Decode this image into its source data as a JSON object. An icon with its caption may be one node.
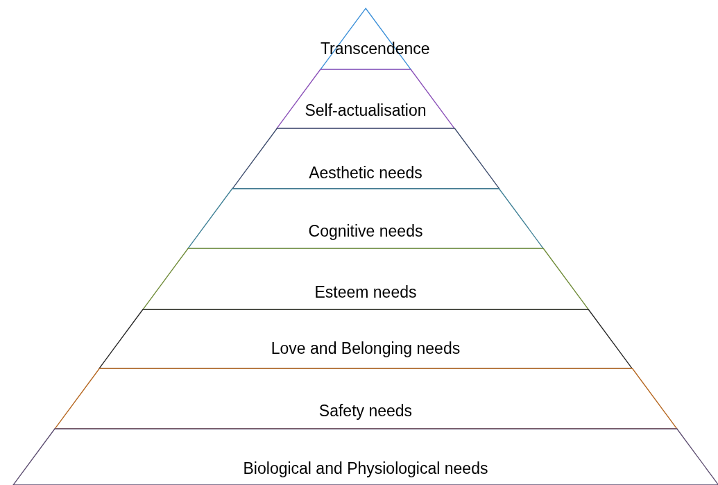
{
  "diagram": {
    "nodes": [
      {
        "text": [
          "Transcendence"
        ]
      },
      {
        "text": [
          "Self-actualisation"
        ]
      },
      {
        "text": [
          "Aesthetic needs"
        ]
      },
      {
        "text": [
          "Cognitive needs"
        ]
      },
      {
        "text": [
          "Esteem needs"
        ]
      },
      {
        "text": [
          "Love and Belonging needs"
        ]
      },
      {
        "text": [
          "Safety needs"
        ]
      },
      {
        "text": [
          "Biological and Physiological needs"
        ]
      }
    ]
  }
}
